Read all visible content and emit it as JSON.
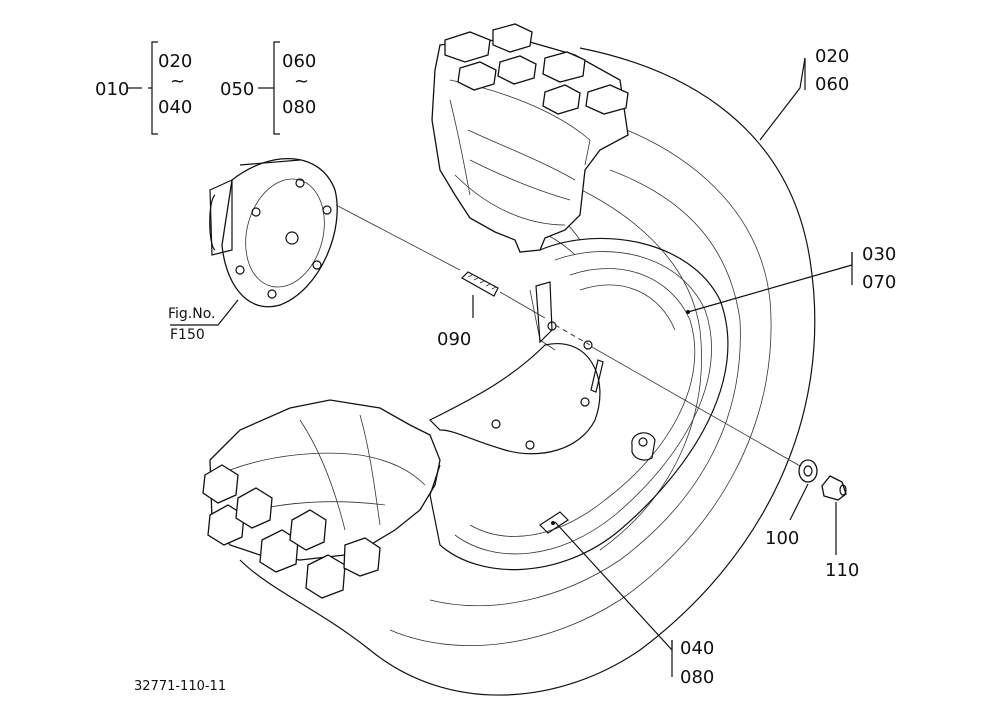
{
  "callouts": {
    "group_left": {
      "ref": "010",
      "from": "020",
      "tilde": "~",
      "to": "040"
    },
    "group_mid": {
      "ref": "050",
      "from": "060",
      "tilde": "~",
      "to": "080"
    },
    "tire": {
      "a": "020",
      "b": "060"
    },
    "rim": {
      "a": "030",
      "b": "070"
    },
    "tube": {
      "a": "040",
      "b": "080"
    },
    "stud": "090",
    "washer": "100",
    "nut": "110"
  },
  "fig_ref": {
    "line1": "Fig.No.",
    "line2": "F150"
  },
  "drawing_number": "32771-110-11"
}
